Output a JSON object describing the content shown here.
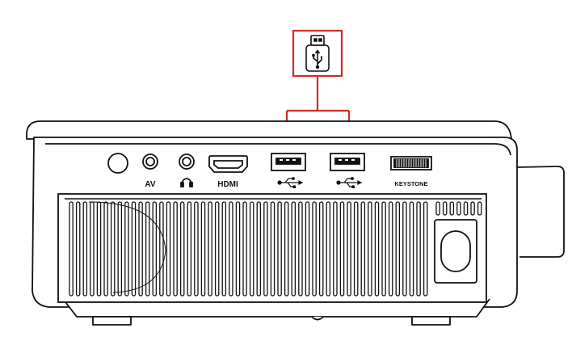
{
  "labels": {
    "av": "AV",
    "hdmi": "HDMI",
    "keystone": "KEYSTONE"
  },
  "icons": {
    "usb_drive": "usb-flash-drive-icon",
    "usb_symbol": "usb-symbol-icon",
    "headphone": "headphone-icon"
  },
  "colors": {
    "callout": "#d42a2a",
    "line": "#111111",
    "background": "#ffffff"
  }
}
